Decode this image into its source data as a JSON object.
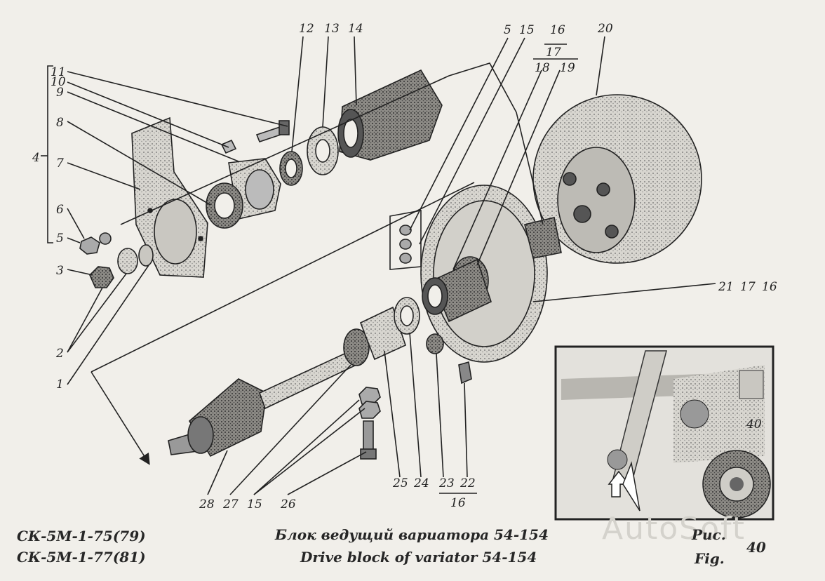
{
  "callouts": {
    "n1": "1",
    "n2": "2",
    "n3": "3",
    "n4": "4",
    "n5a": "5",
    "n5b": "5",
    "n6": "6",
    "n7": "7",
    "n8": "8",
    "n9": "9",
    "n10": "10",
    "n11": "11",
    "n12": "12",
    "n13": "13",
    "n14": "14",
    "n15a": "15",
    "n15b": "15",
    "n16a": "16",
    "n16b": "16",
    "n16c": "16",
    "n17a": "17",
    "n17b": "17",
    "n18": "18",
    "n19": "19",
    "n20": "20",
    "n21": "21",
    "n22": "22",
    "n23": "23",
    "n24": "24",
    "n25": "25",
    "n26": "26",
    "n27": "27",
    "n28": "28"
  },
  "footer": {
    "model_line1": "СК-5М-1-75(79)",
    "model_line2": "СК-5М-1-77(81)",
    "title_ru": "Блок ведущий вариатора 54-154",
    "title_en": "Drive block of variator 54-154",
    "fig_ru": "Рис.",
    "fig_en": "Fig.",
    "fig_number": "40"
  },
  "watermark": "AutoSoft"
}
